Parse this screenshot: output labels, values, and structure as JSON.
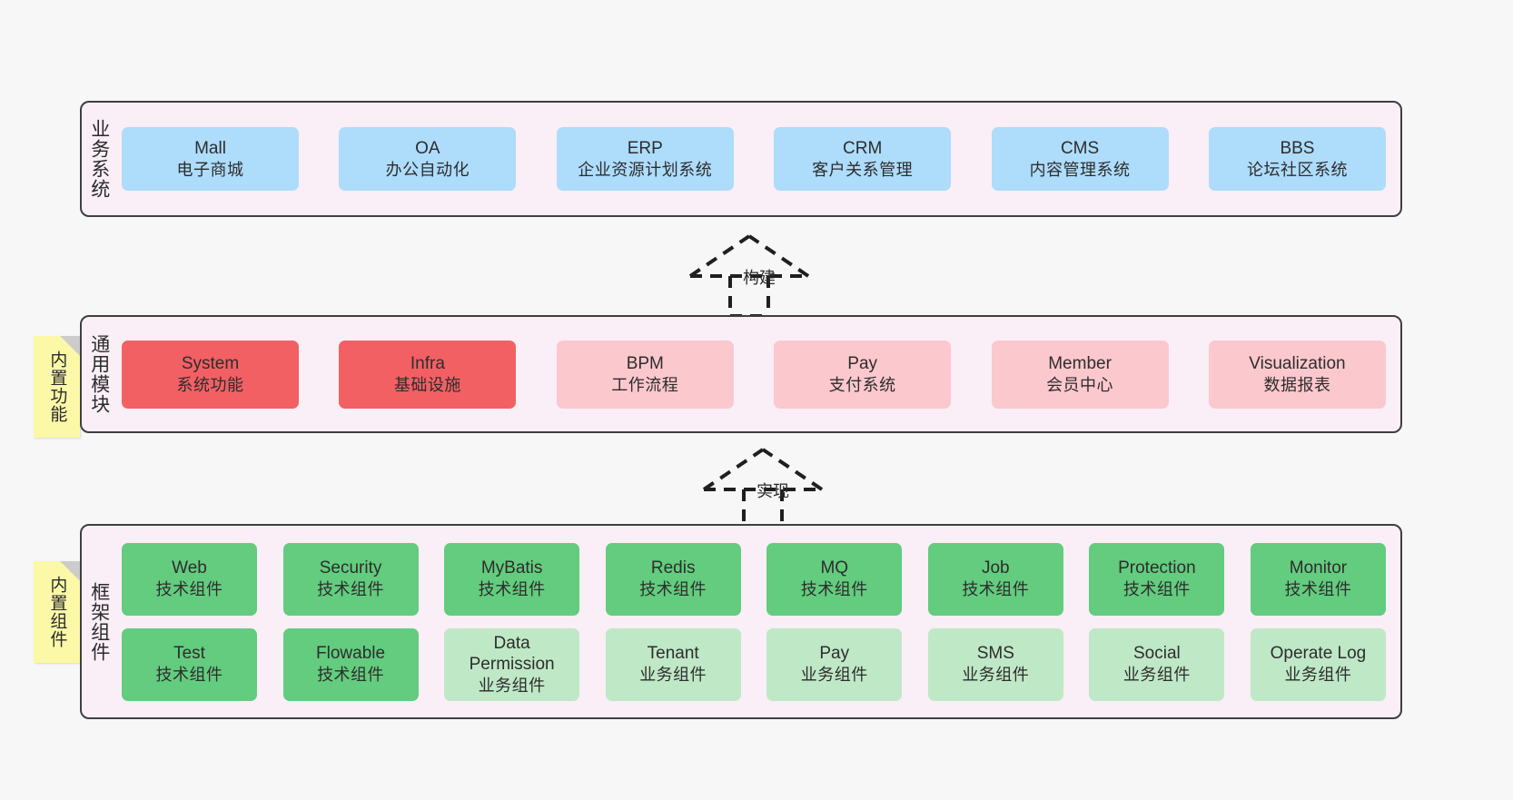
{
  "page": {
    "background_color": "#f7f7f7",
    "border_color": "#3f3f3f",
    "container_bg": "#faeef7"
  },
  "palette": {
    "blue": "#aedcfb",
    "red": "#f26064",
    "pink": "#fbc8ce",
    "green": "#63cc7e",
    "light_green": "#bfe8c6",
    "sticky_yellow": "#fbf8a8"
  },
  "layers": {
    "business": {
      "title": "业务系统",
      "cards": [
        {
          "en": "Mall",
          "cn": "电子商城",
          "color": "blue"
        },
        {
          "en": "OA",
          "cn": "办公自动化",
          "color": "blue"
        },
        {
          "en": "ERP",
          "cn": "企业资源计划系统",
          "color": "blue"
        },
        {
          "en": "CRM",
          "cn": "客户关系管理",
          "color": "blue"
        },
        {
          "en": "CMS",
          "cn": "内容管理系统",
          "color": "blue"
        },
        {
          "en": "BBS",
          "cn": "论坛社区系统",
          "color": "blue"
        }
      ]
    },
    "modules": {
      "title": "通用模块",
      "sticky": "内置功能",
      "cards": [
        {
          "en": "System",
          "cn": "系统功能",
          "color": "red"
        },
        {
          "en": "Infra",
          "cn": "基础设施",
          "color": "red"
        },
        {
          "en": "BPM",
          "cn": "工作流程",
          "color": "pink"
        },
        {
          "en": "Pay",
          "cn": "支付系统",
          "color": "pink"
        },
        {
          "en": "Member",
          "cn": "会员中心",
          "color": "pink"
        },
        {
          "en": "Visualization",
          "cn": "数据报表",
          "color": "pink"
        }
      ]
    },
    "framework": {
      "title": "框架组件",
      "sticky": "内置组件",
      "row1": [
        {
          "en": "Web",
          "cn": "技术组件",
          "color": "green"
        },
        {
          "en": "Security",
          "cn": "技术组件",
          "color": "green"
        },
        {
          "en": "MyBatis",
          "cn": "技术组件",
          "color": "green"
        },
        {
          "en": "Redis",
          "cn": "技术组件",
          "color": "green"
        },
        {
          "en": "MQ",
          "cn": "技术组件",
          "color": "green"
        },
        {
          "en": "Job",
          "cn": "技术组件",
          "color": "green"
        },
        {
          "en": "Protection",
          "cn": "技术组件",
          "color": "green"
        },
        {
          "en": "Monitor",
          "cn": "技术组件",
          "color": "green"
        }
      ],
      "row2": [
        {
          "en": "Test",
          "cn": "技术组件",
          "color": "green"
        },
        {
          "en": "Flowable",
          "cn": "技术组件",
          "color": "green"
        },
        {
          "en": "Data Permission",
          "cn": "业务组件",
          "color": "light_green"
        },
        {
          "en": "Tenant",
          "cn": "业务组件",
          "color": "light_green"
        },
        {
          "en": "Pay",
          "cn": "业务组件",
          "color": "light_green"
        },
        {
          "en": "SMS",
          "cn": "业务组件",
          "color": "light_green"
        },
        {
          "en": "Social",
          "cn": "业务组件",
          "color": "light_green"
        },
        {
          "en": "Operate Log",
          "cn": "业务组件",
          "color": "light_green"
        }
      ]
    }
  },
  "arrows": {
    "build": {
      "label": "构建"
    },
    "implement": {
      "label": "实现"
    }
  }
}
